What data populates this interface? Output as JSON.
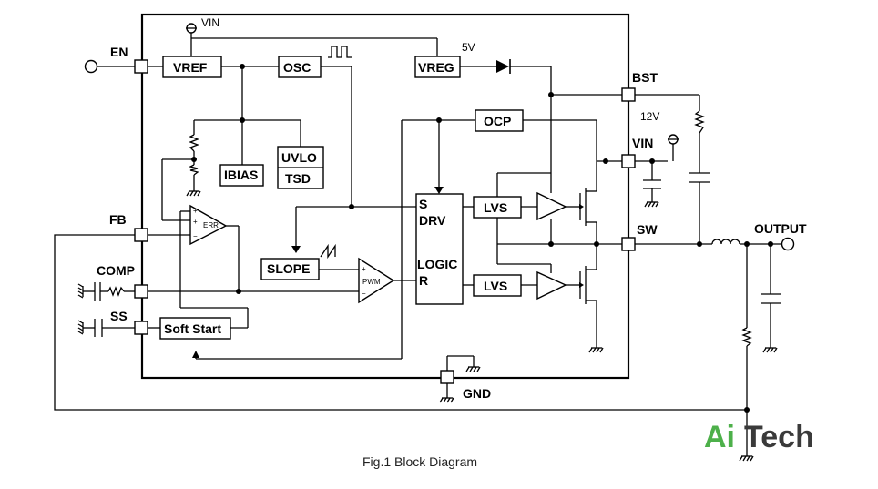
{
  "caption": "Fig.1 Block Diagram",
  "logo": {
    "part1": "Ai",
    "part2": "Tech",
    "colors": {
      "ai": "#4db04a",
      "tech": "#3a3a3a"
    }
  },
  "pins": {
    "en": "EN",
    "fb": "FB",
    "comp": "COMP",
    "ss": "SS",
    "bst": "BST",
    "vin": "VIN",
    "sw": "SW",
    "gnd": "GND",
    "output": "OUTPUT"
  },
  "blocks": {
    "vref": "VREF",
    "osc": "OSC",
    "vreg": "VREG",
    "ocp": "OCP",
    "ibias": "IBIAS",
    "uvlo": "UVLO",
    "tsd": "TSD",
    "s": "S",
    "drv": "DRV",
    "logic": "LOGIC",
    "r": "R",
    "lvs_top": "LVS",
    "lvs_bottom": "LVS",
    "slope": "SLOPE",
    "soft_start": "Soft Start"
  },
  "labels": {
    "vin_top": "VIN",
    "v5": "5V",
    "v12": "12V",
    "err": "ERR",
    "pwm": "PWM",
    "plus1": "+",
    "plus2": "+",
    "minus1": "−",
    "plus3": "+",
    "minus2": "−"
  }
}
